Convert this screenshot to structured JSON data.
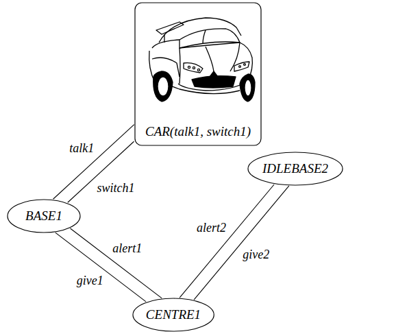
{
  "diagram": {
    "nodes": [
      {
        "text": [
          "CAR(talk1, switch1)"
        ]
      },
      {
        "text": [
          "BASE1"
        ]
      },
      {
        "text": [
          "IDLEBASE2"
        ]
      },
      {
        "text": [
          "CENTRE1"
        ]
      }
    ],
    "edges": [
      {
        "from": 1,
        "to": 0,
        "label": "talk1",
        "arrow": "none"
      },
      {
        "from": 1,
        "to": 0,
        "label": "switch1",
        "arrow": "none"
      },
      {
        "from": 1,
        "to": 3,
        "label": "give1",
        "arrow": "none"
      },
      {
        "from": 1,
        "to": 3,
        "label": "alert1",
        "arrow": "none"
      },
      {
        "from": 3,
        "to": 2,
        "label": "alert2",
        "arrow": "none"
      },
      {
        "from": 3,
        "to": 2,
        "label": "give2",
        "arrow": "none"
      }
    ]
  }
}
